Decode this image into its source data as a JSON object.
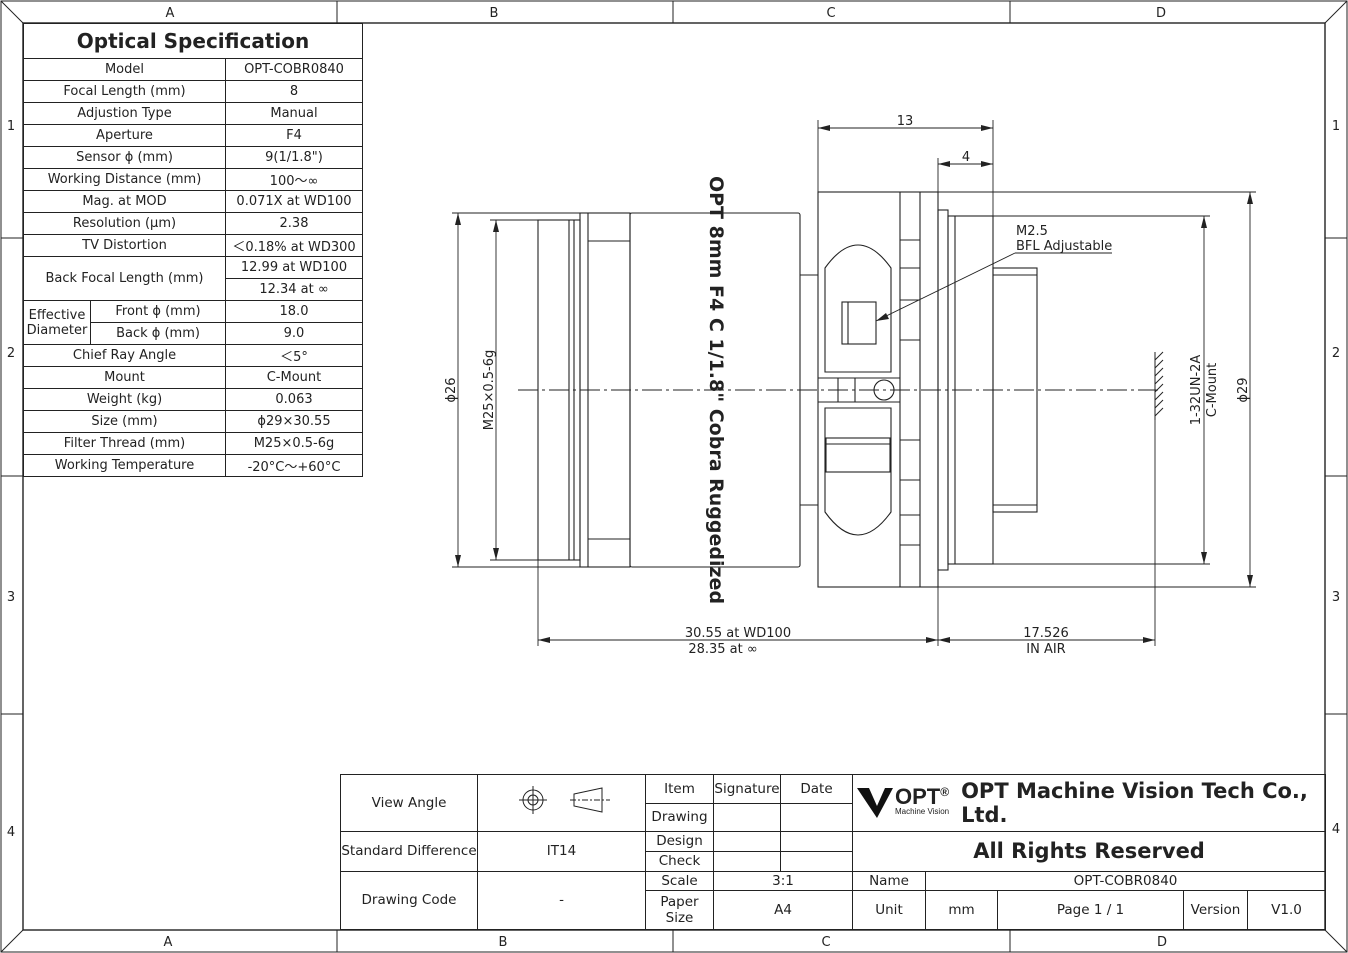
{
  "frame": {
    "cols_top": [
      "A",
      "B",
      "C",
      "D"
    ],
    "cols_bottom": [
      "A",
      "B",
      "C",
      "D"
    ],
    "rows_left": [
      "1",
      "2",
      "3",
      "4"
    ],
    "rows_right": [
      "1",
      "2",
      "3",
      "4"
    ]
  },
  "spec": {
    "title": "Optical Specification",
    "rows": [
      {
        "label": "Model",
        "value": "OPT-COBR0840"
      },
      {
        "label": "Focal Length (mm)",
        "value": "8"
      },
      {
        "label": "Adjustion Type",
        "value": "Manual"
      },
      {
        "label": "Aperture",
        "value": "F4"
      },
      {
        "label": "Sensor ϕ (mm)",
        "value": "9(1/1.8\")"
      },
      {
        "label": "Working Distance (mm)",
        "value": "100～∞"
      },
      {
        "label": "Mag. at MOD",
        "value": "0.071X at WD100"
      },
      {
        "label": "Resolution (μm)",
        "value": "2.38"
      },
      {
        "label": "TV Distortion",
        "value": "＜0.18% at WD300"
      }
    ],
    "bfl": {
      "label": "Back Focal Length (mm)",
      "value1": "12.99 at WD100",
      "value2": "12.34 at ∞"
    },
    "eff": {
      "label1": "Effective",
      "label2": "Diameter",
      "front_label": "Front ϕ (mm)",
      "front_value": "18.0",
      "back_label": "Back ϕ (mm)",
      "back_value": "9.0"
    },
    "rows2": [
      {
        "label": "Chief Ray Angle",
        "value": "＜5°"
      },
      {
        "label": "Mount",
        "value": "C-Mount"
      },
      {
        "label": "Weight (kg)",
        "value": "0.063"
      },
      {
        "label": "Size (mm)",
        "value": "ϕ29×30.55"
      },
      {
        "label": "Filter Thread (mm)",
        "value": "M25×0.5-6g"
      },
      {
        "label": "Working Temperature",
        "value": "-20°C～+60°C"
      }
    ]
  },
  "drawing": {
    "dim_13": "13",
    "dim_4": "4",
    "dim_phi26": "ϕ26",
    "dim_m25": "M25×0.5-6g",
    "dim_phi29": "ϕ29",
    "mount_thread": "1-32UN-2A",
    "mount_name": "C-Mount",
    "m25_callout": "M2.5",
    "bfl_callout": "BFL Adjustable",
    "barrel_text": "OPT 8mm F4 C 1/1.8\" Cobra  Ruggedized",
    "len_wd100": "30.55 at WD100",
    "len_inf": "28.35 at ∞",
    "bfl_len": "17.526",
    "bfl_air": "IN AIR"
  },
  "titleblock": {
    "view_angle": "View Angle",
    "std_diff": "Standard Difference",
    "std_value": "IT14",
    "drawing_code": "Drawing Code",
    "drawing_code_value": "-",
    "item": "Item",
    "signature": "Signature",
    "date": "Date",
    "drawing": "Drawing",
    "design": "Design",
    "check": "Check",
    "scale": "Scale",
    "scale_value": "3:1",
    "paper_size": "Paper Size",
    "paper_value": "A4",
    "name": "Name",
    "name_value": "OPT-COBR0840",
    "unit": "Unit",
    "unit_value": "mm",
    "page": "Page  1 / 1",
    "version": "Version",
    "version_value": "V1.0",
    "logo_word": "OPT",
    "logo_sub": "Machine Vision",
    "company": "OPT Machine Vision Tech Co., Ltd.",
    "rights": "All Rights Reserved"
  }
}
